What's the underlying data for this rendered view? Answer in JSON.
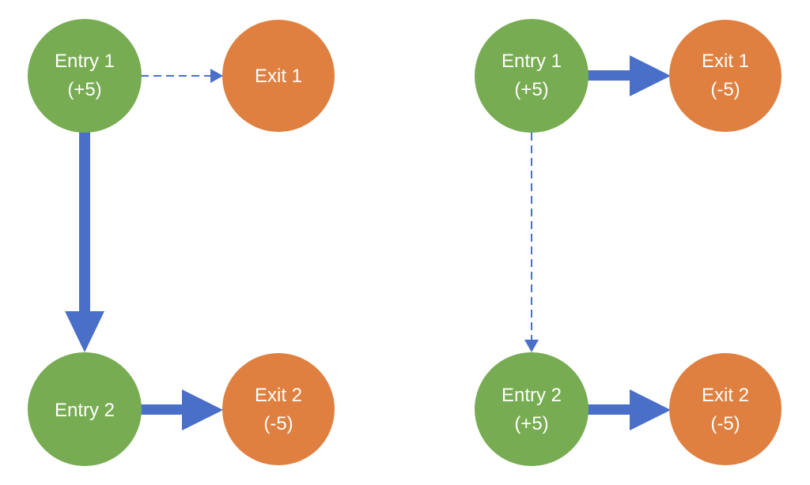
{
  "colors": {
    "entry": "#77ac52",
    "exit": "#df8040",
    "arrow": "#4a6fc8",
    "text": "#ffffff",
    "background": "#ffffff"
  },
  "left_diagram": {
    "entry1": {
      "line1": "Entry 1",
      "line2": "(+5)"
    },
    "exit1": {
      "line1": "Exit 1",
      "line2": ""
    },
    "entry2": {
      "line1": "Entry 2",
      "line2": ""
    },
    "exit2": {
      "line1": "Exit 2",
      "line2": "(-5)"
    }
  },
  "right_diagram": {
    "entry1": {
      "line1": "Entry 1",
      "line2": "(+5)"
    },
    "exit1": {
      "line1": "Exit 1",
      "line2": "(-5)"
    },
    "entry2": {
      "line1": "Entry 2",
      "line2": "(+5)"
    },
    "exit2": {
      "line1": "Exit 2",
      "line2": "(-5)"
    }
  }
}
